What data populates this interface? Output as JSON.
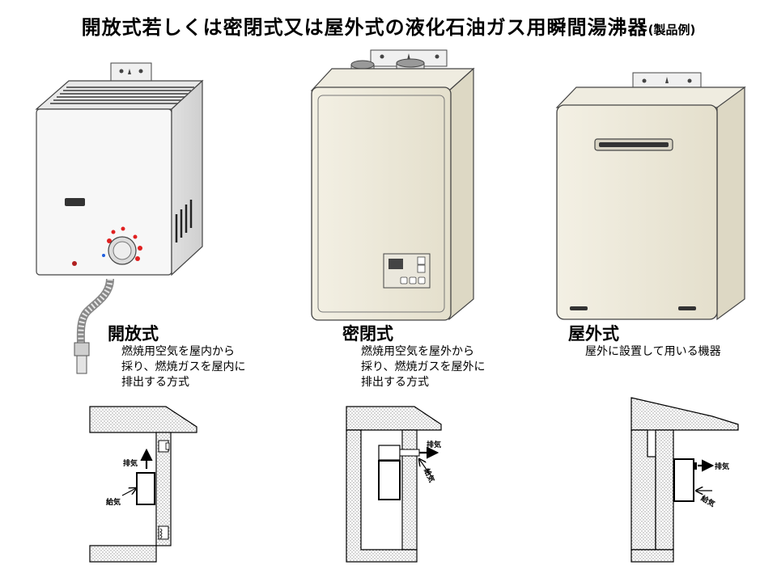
{
  "title": {
    "main": "開放式若しくは密閉式又は屋外式の液化石油ガス用瞬間湯沸器",
    "suffix": "(製品例)"
  },
  "types": [
    {
      "name": "開放式",
      "description": [
        "燃焼用空気を屋内から",
        "採り、燃焼ガスを屋内に",
        "排出する方式"
      ],
      "exhaust_label": "排気",
      "intake_label": "給気"
    },
    {
      "name": "密閉式",
      "description": [
        "燃焼用空気を屋外から",
        "採り、燃焼ガスを屋外に",
        "排出する方式"
      ],
      "exhaust_label": "排気",
      "intake_label": "給気"
    },
    {
      "name": "屋外式",
      "description": [
        "屋外に設置して用いる機器"
      ],
      "exhaust_label": "排気",
      "intake_label": "給気"
    }
  ],
  "colors": {
    "appliance_body": "#ece8d8",
    "open_body": "#f4f4f4",
    "indicator_red": "#e02020"
  }
}
